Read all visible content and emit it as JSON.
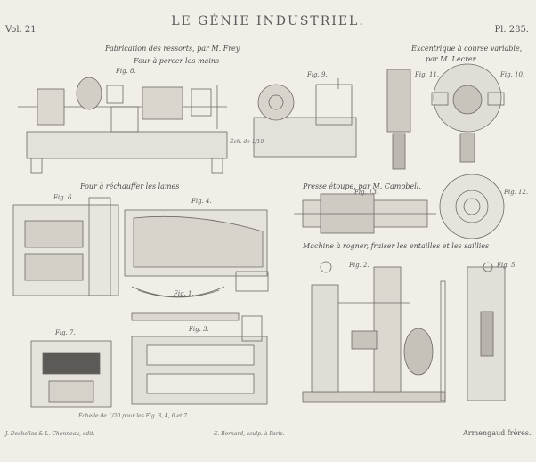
{
  "header": {
    "volume": "Vol. 21",
    "title": "LE GÉNIE INDUSTRIEL.",
    "plate": "Pl. 285."
  },
  "captions": {
    "frey": "Fabrication des ressorts, par M. Frey.",
    "four_percer": "Four à percer les mains",
    "eccentric_1": "Excentrique à course variable,",
    "eccentric_2": "par M. Lecrer.",
    "four_rechauffer": "Four à réchauffer les lames",
    "presse": "Presse étoupe, par M. Campbell.",
    "machine": "Machine à rogner, fraiser les entailles et les saillies"
  },
  "figs": {
    "f8": "Fig. 8.",
    "f9": "Fig. 9.",
    "f11": "Fig. 11.",
    "f10": "Fig. 10.",
    "f6": "Fig. 6.",
    "f4": "Fig. 4.",
    "f1": "Fig. 1.",
    "f13": "Fig. 13.",
    "f12": "Fig. 12.",
    "f7": "Fig. 7.",
    "f3": "Fig. 3.",
    "f2": "Fig. 2.",
    "f5": "Fig. 5."
  },
  "scale_note": "Échelle de 1/20 pour les Fig. 3, 4, 6 et 7.",
  "scale_small": "Éch. de 1/10",
  "footer": {
    "left": "J. Dechelles & L. Chenneau, édit.",
    "center": "E. Bernard, sculp. à Paris.",
    "right": "Armengaud frères."
  }
}
